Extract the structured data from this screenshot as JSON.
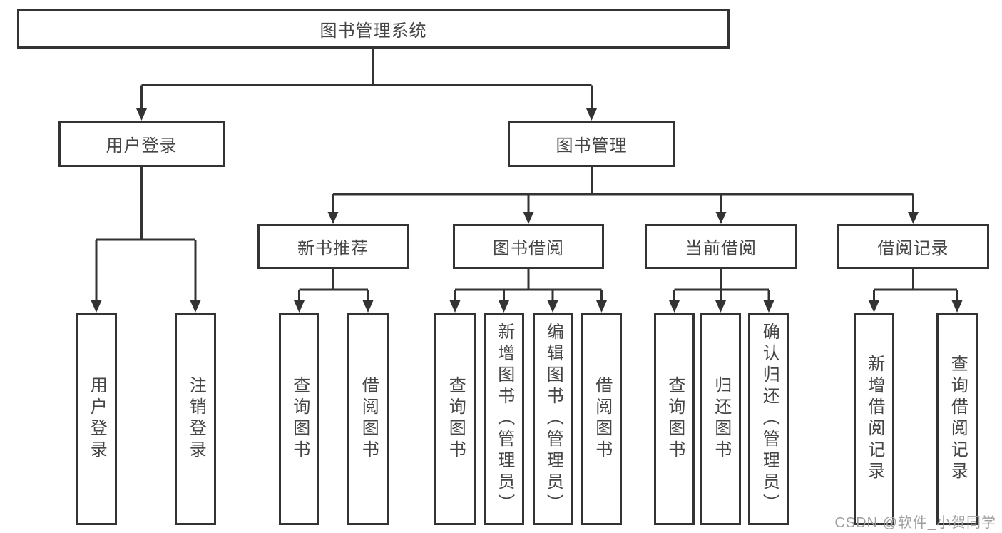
{
  "diagram": {
    "title": "图书管理系统",
    "colors": {
      "line": "#333333",
      "box_border": "#333333",
      "box_fill": "#ffffff",
      "text": "#454545",
      "watermark": "#9e9e9e"
    },
    "nodes": {
      "root": "图书管理系统",
      "user_login": "用户登录",
      "book_management": "图书管理",
      "new_book_recommend": "新书推荐",
      "book_borrow": "图书借阅",
      "current_borrow": "当前借阅",
      "borrow_records": "借阅记录",
      "leaf_user_login": "用户登录",
      "leaf_logout": "注销登录",
      "rec_query_book": "查询图书",
      "rec_borrow_book": "借阅图书",
      "bb_query_book": "查询图书",
      "bb_add_book": "新增图书（管理员）",
      "bb_edit_book": "编辑图书（管理员）",
      "bb_borrow_book": "借阅图书",
      "cb_query_book": "查询图书",
      "cb_return_book": "归还图书",
      "cb_confirm_return": "确认归还（管理员）",
      "br_add_record": "新增借阅记录",
      "br_query_record": "查询借阅记录"
    },
    "hierarchy": {
      "label": "图书管理系统",
      "children": [
        {
          "label": "用户登录",
          "children": [
            {
              "label": "用户登录"
            },
            {
              "label": "注销登录"
            }
          ]
        },
        {
          "label": "图书管理",
          "children": [
            {
              "label": "新书推荐",
              "children": [
                {
                  "label": "查询图书"
                },
                {
                  "label": "借阅图书"
                }
              ]
            },
            {
              "label": "图书借阅",
              "children": [
                {
                  "label": "查询图书"
                },
                {
                  "label": "新增图书（管理员）"
                },
                {
                  "label": "编辑图书（管理员）"
                },
                {
                  "label": "借阅图书"
                }
              ]
            },
            {
              "label": "当前借阅",
              "children": [
                {
                  "label": "查询图书"
                },
                {
                  "label": "归还图书"
                },
                {
                  "label": "确认归还（管理员）"
                }
              ]
            },
            {
              "label": "借阅记录",
              "children": [
                {
                  "label": "新增借阅记录"
                },
                {
                  "label": "查询借阅记录"
                }
              ]
            }
          ]
        }
      ]
    }
  },
  "watermark": {
    "text": "CSDN @软件_小贺同学"
  }
}
